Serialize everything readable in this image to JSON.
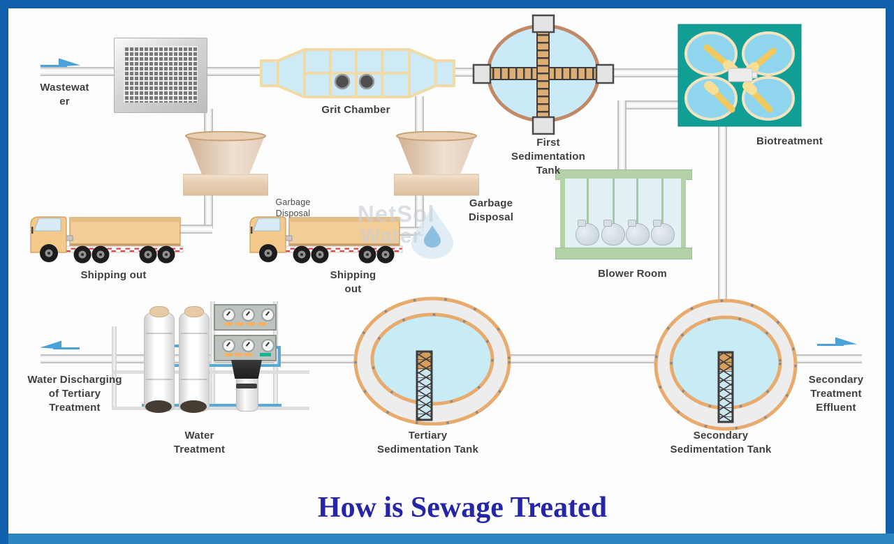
{
  "title": "How is Sewage Treated",
  "watermark": {
    "line1": "NetSol",
    "line2": "Water"
  },
  "labels": {
    "wastewater": "Wastewat\ner",
    "grit_chamber": "Grit Chamber",
    "first_sedimentation_tank": "First\nSedimentation\nTank",
    "biotreatment": "Biotreatment",
    "garbage_disposal_small": "Garbage\nDisposal",
    "garbage_disposal": "Garbage\nDisposal",
    "shipping_out_1": "Shipping out",
    "shipping_out_2": "Shipping\nout",
    "blower_room": "Blower Room",
    "water_discharging": "Water Discharging\nof Tertiary\nTreatment",
    "water_treatment": "Water\nTreatment",
    "tertiary_tank": "Tertiary\nSedimentation Tank",
    "secondary_tank": "Secondary\nSedimentation Tank",
    "secondary_effluent": "Secondary\nTreatment\nEffluent"
  },
  "colors": {
    "border_blue": "#1160ac",
    "footer_bar_blue": "#2e86c1",
    "title_blue": "#2525a8",
    "label_gray": "#3f3f3f",
    "water_light_blue": "#cbeaf7",
    "tan_structure": "#f0dba6",
    "sediment_ring_brown": "#c08a68",
    "bottom_tank_orange": "#e7ab6e",
    "biotreatment_teal": "#109e95",
    "paddle_yellow": "#f1c95e",
    "blower_green": "#b3d2a9",
    "truck_tan": "#f3cd97",
    "arrow_blue": "#4ba2d8",
    "pipe_gray": "#c2c2c2"
  }
}
